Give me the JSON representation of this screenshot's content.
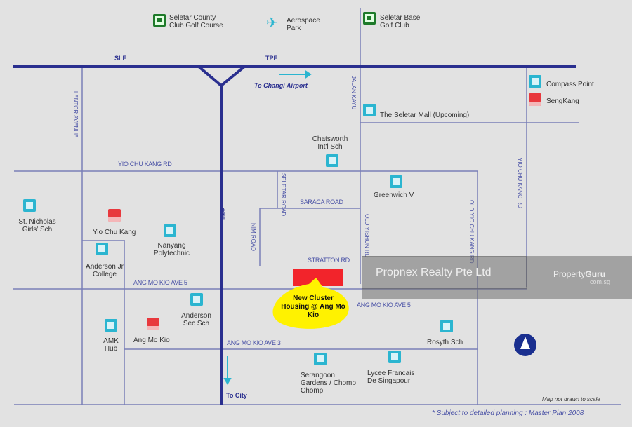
{
  "highways": {
    "sle": "SLE",
    "tpe": "TPE",
    "cte": "CTE"
  },
  "directions": {
    "changi": "To Changi Airport",
    "city": "To City"
  },
  "roads": {
    "lentor": "LENTOR AVENUE",
    "yck": "YIO CHU KANG RD",
    "jalan_kayu": "JALAN KAYU",
    "seletar": "SELETAR ROAD",
    "saraca": "SARACA ROAD",
    "nim": "NIM ROAD",
    "stratton": "STRATTON RD",
    "old_yishun": "OLD YISHUN RD",
    "ytk": "OLD YIO CHU KANG RD",
    "yck_lk": "YIO CHU KANG RD",
    "amk5_w": "ANG MO KIO AVE 5",
    "amk5_e": "ANG MO KIO AVE 5",
    "amk3_e": "ANG MO KIO AVE 3"
  },
  "places": [
    {
      "name": "Seletar County Club Golf Course",
      "type": "golf"
    },
    {
      "name": "Aerospace Park",
      "type": "airport"
    },
    {
      "name": "Seletar Base Golf Club",
      "type": "golf"
    },
    {
      "name": "Compass Point",
      "type": "mall"
    },
    {
      "name": "SengKang",
      "type": "mrt"
    },
    {
      "name": "The Seletar Mall (Upcoming)",
      "type": "mall"
    },
    {
      "name": "Chatsworth Int'l Sch",
      "type": "school"
    },
    {
      "name": "Greenwich V",
      "type": "mall"
    },
    {
      "name": "St. Nicholas Girls' Sch",
      "type": "school"
    },
    {
      "name": "Yio Chu Kang",
      "type": "mrt"
    },
    {
      "name": "Nanyang Polytechnic",
      "type": "school"
    },
    {
      "name": "Anderson Jr College",
      "type": "school"
    },
    {
      "name": "Anderson Sec Sch",
      "type": "school"
    },
    {
      "name": "AMK Hub",
      "type": "mall"
    },
    {
      "name": "Ang Mo Kio",
      "type": "mrt"
    },
    {
      "name": "Rosyth Sch",
      "type": "school"
    },
    {
      "name": "Serangoon Gardens / Chomp Chomp",
      "type": "food"
    },
    {
      "name": "Lycee Francais De Singapour",
      "type": "school"
    }
  ],
  "callout": "New Cluster Housing @ Ang Mo Kio",
  "notes": {
    "scale": "Map not drawn to scale",
    "footnote": "* Subject to detailed planning : Master Plan 2008"
  },
  "watermark": {
    "agency": "Propnex Realty Pte Ltd",
    "brand_a": "Property",
    "brand_b": "Guru",
    "brand_domain": "com.sg"
  },
  "colors": {
    "road": "#7a7fb8",
    "highway": "#2a2f8f",
    "school": "#2bb5d0",
    "mrt": "#e8383d",
    "golf": "#1e7a2a",
    "site": "#f2242b",
    "callout": "#fff200"
  }
}
